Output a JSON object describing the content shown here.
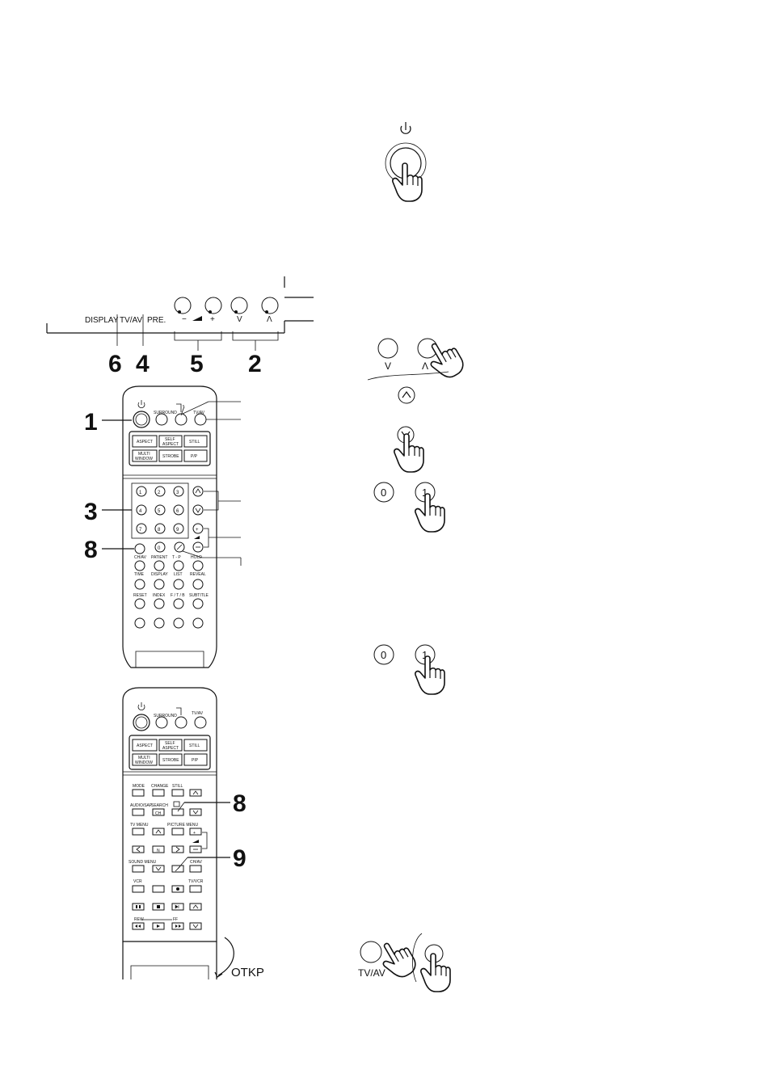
{
  "front_panel": {
    "display_label": "DISPLAY",
    "tvav_label": "TV/AV",
    "pre_label": "PRE.",
    "vol_minus": "−",
    "vol_plus": "+",
    "ch_down": "V",
    "ch_up": "Λ",
    "callouts": {
      "c6": "6",
      "c4": "4",
      "c5": "5",
      "c2": "2"
    }
  },
  "remote1": {
    "callouts": {
      "c1": "1",
      "c3": "3",
      "c8": "8"
    },
    "surround": "SURROUND",
    "tvav": "TV/AV",
    "aspect": "ASPECT",
    "self_aspect_1": "SELF",
    "self_aspect_2": "ASPECT",
    "still": "STILL",
    "multi_window_1": "MULTI",
    "multi_window_2": "WINDOW",
    "strobe": "STROBE",
    "pip": "P/P",
    "digits": [
      "1",
      "2",
      "3",
      "4",
      "5",
      "6",
      "7",
      "8",
      "9",
      "0"
    ],
    "row1_labels": [
      "CH/AV",
      "PATIENT",
      "T - P",
      "HOLD"
    ],
    "row2_labels": [
      "TIME",
      "DISPLAY",
      "LIST",
      "REVEAL"
    ],
    "row3_labels": [
      "RESET",
      "INDEX",
      "F / T / B",
      "SUBTITLE"
    ]
  },
  "remote2": {
    "callouts": {
      "c8": "8",
      "c9": "9"
    },
    "surround": "SURROUND",
    "tvav": "TV/AV",
    "aspect": "ASPECT",
    "self_aspect_1": "SELF",
    "self_aspect_2": "ASPECT",
    "still": "STILL",
    "multi_window_1": "MULTI",
    "multi_window_2": "WINDOW",
    "strobe": "STROBE",
    "pip": "PIP",
    "mode": "MODE",
    "change": "CHANGE",
    "still2": "STILL",
    "audio_sap": "AUDIO/SAP",
    "search": "SEARCH",
    "search_btn": "CH",
    "tv_menu": "TV MENU",
    "picture_menu": "PICTURE MENU",
    "sound_menu": "SOUND MENU",
    "ch_av": "CH/AV",
    "n_btn": "N",
    "vcr": "VCR",
    "tvvcr": "TV/VCR",
    "rew": "REW",
    "ff": "FF",
    "open_label": "OTKP"
  },
  "right": {
    "digit0_a": "0",
    "digit1_a": "1",
    "digit0_b": "0",
    "digit1_b": "1",
    "ch_down": "V",
    "ch_up": "Λ",
    "tvav": "TV/AV"
  }
}
